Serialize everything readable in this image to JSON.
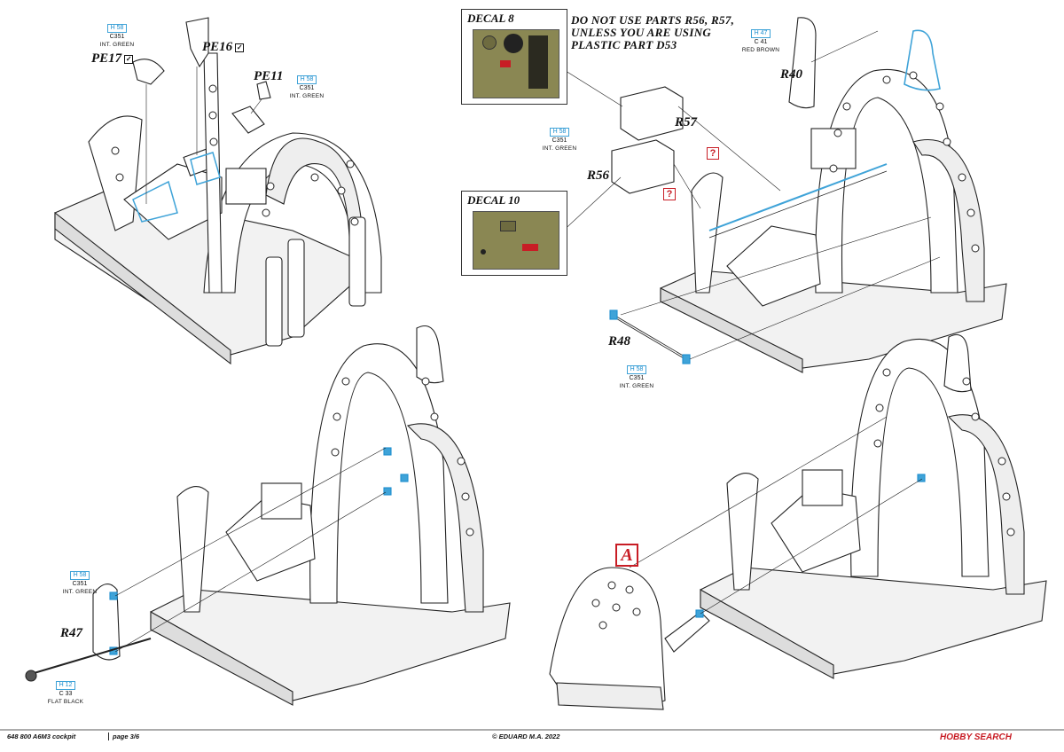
{
  "decals": [
    {
      "title": "DECAL 8"
    },
    {
      "title": "DECAL 10"
    }
  ],
  "warning_note": "DO NOT USE PARTS R56, R57,\nUNLESS YOU ARE USING\nPLASTIC PART D53",
  "part_labels": {
    "pe17": "PE17",
    "pe16": "PE16",
    "pe11": "PE11",
    "r57": "R57",
    "r56": "R56",
    "r40": "R40",
    "r48": "R48",
    "r47": "R47"
  },
  "paint_callouts": {
    "pe_green": {
      "h": "H 58",
      "c": "C351",
      "name": "INT. GREEN"
    },
    "pe11_green": {
      "h": "H 58",
      "c": "C351",
      "name": "INT. GREEN"
    },
    "r56_green": {
      "h": "H 58",
      "c": "C351",
      "name": "INT. GREEN"
    },
    "r40_brown": {
      "h": "H 47",
      "c": "C 41",
      "name": "RED BROWN"
    },
    "r48_green": {
      "h": "H 58",
      "c": "C351",
      "name": "INT. GREEN"
    },
    "r47_green": {
      "h": "H 58",
      "c": "C351",
      "name": "INT. GREEN"
    },
    "r47_black": {
      "h": "H 12",
      "c": "C 33",
      "name": "FLAT BLACK"
    }
  },
  "question_mark": "?",
  "step_marker": "A",
  "footer": {
    "left": "648 800  A6M3  cockpit",
    "page": "page 3/6",
    "center": "© EDUARD  M.A. 2022",
    "right": "HOBBY SEARCH"
  },
  "colors": {
    "line": "#222222",
    "fill": "#ffffff",
    "shade": "#d9d9d9",
    "paint_blue": "#3fa3d8",
    "panel_olive": "#8a8753",
    "warn_red": "#c81d25"
  }
}
